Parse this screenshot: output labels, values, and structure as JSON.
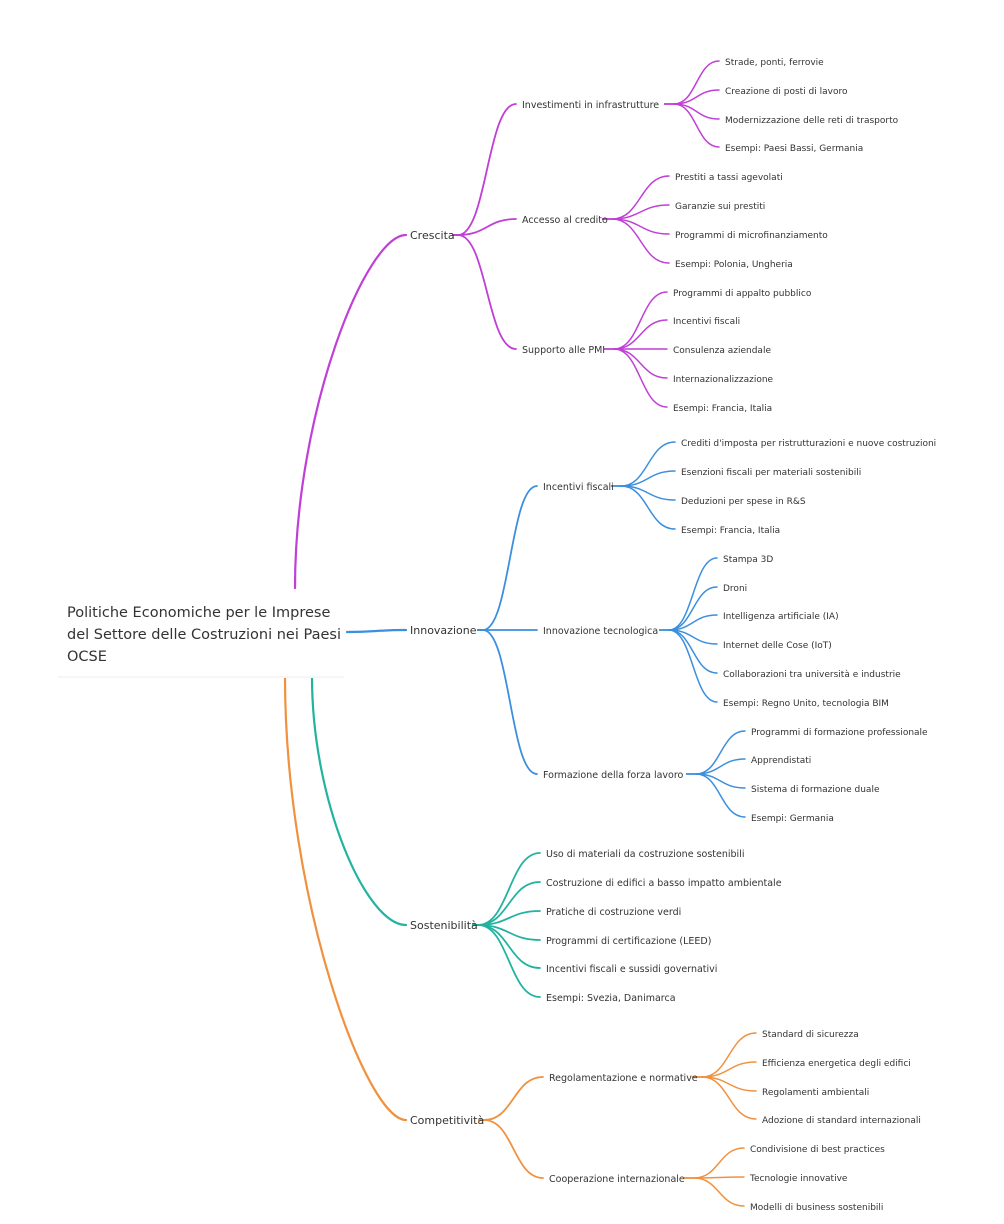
{
  "root": {
    "lines": [
      "Politiche Economiche per le Imprese",
      "del Settore delle Costruzioni nei Paesi",
      "OCSE"
    ]
  },
  "colors": {
    "purple": "#c03fd6",
    "blue": "#3b8fde",
    "teal": "#22b3a0",
    "orange": "#f0913f"
  },
  "branches": [
    {
      "label": "Crescita",
      "color": "purple",
      "children": [
        {
          "label": "Investimenti in infrastrutture",
          "children": [
            {
              "label": "Strade, ponti, ferrovie"
            },
            {
              "label": "Creazione di posti di lavoro"
            },
            {
              "label": "Modernizzazione delle reti di trasporto"
            },
            {
              "label": "Esempi: Paesi Bassi, Germania"
            }
          ]
        },
        {
          "label": "Accesso al credito",
          "children": [
            {
              "label": "Prestiti a tassi agevolati"
            },
            {
              "label": "Garanzie sui prestiti"
            },
            {
              "label": "Programmi di microfinanziamento"
            },
            {
              "label": "Esempi: Polonia, Ungheria"
            }
          ]
        },
        {
          "label": "Supporto alle PMI",
          "children": [
            {
              "label": "Programmi di appalto pubblico"
            },
            {
              "label": "Incentivi fiscali"
            },
            {
              "label": "Consulenza aziendale"
            },
            {
              "label": "Internazionalizzazione"
            },
            {
              "label": "Esempi: Francia, Italia"
            }
          ]
        }
      ]
    },
    {
      "label": "Innovazione",
      "color": "blue",
      "children": [
        {
          "label": "Incentivi fiscali",
          "children": [
            {
              "label": "Crediti d'imposta per ristrutturazioni e nuove costruzioni"
            },
            {
              "label": "Esenzioni fiscali per materiali sostenibili"
            },
            {
              "label": "Deduzioni per spese in R&S"
            },
            {
              "label": "Esempi: Francia, Italia"
            }
          ]
        },
        {
          "label": "Innovazione tecnologica",
          "children": [
            {
              "label": "Stampa 3D"
            },
            {
              "label": "Droni"
            },
            {
              "label": "Intelligenza artificiale (IA)"
            },
            {
              "label": "Internet delle Cose (IoT)"
            },
            {
              "label": "Collaborazioni tra università e industrie"
            },
            {
              "label": "Esempi: Regno Unito, tecnologia BIM"
            }
          ]
        },
        {
          "label": "Formazione della forza lavoro",
          "children": [
            {
              "label": "Programmi di formazione professionale"
            },
            {
              "label": "Apprendistati"
            },
            {
              "label": "Sistema di formazione duale"
            },
            {
              "label": "Esempi: Germania"
            }
          ]
        }
      ]
    },
    {
      "label": "Sostenibilità",
      "color": "teal",
      "children": [
        {
          "label": "Uso di materiali da costruzione sostenibili"
        },
        {
          "label": "Costruzione di edifici a basso impatto ambientale"
        },
        {
          "label": "Pratiche di costruzione verdi"
        },
        {
          "label": "Programmi di certificazione (LEED)"
        },
        {
          "label": "Incentivi fiscali e sussidi governativi"
        },
        {
          "label": "Esempi: Svezia, Danimarca"
        }
      ]
    },
    {
      "label": "Competitività",
      "color": "orange",
      "children": [
        {
          "label": "Regolamentazione e normative",
          "children": [
            {
              "label": "Standard di sicurezza"
            },
            {
              "label": "Efficienza energetica degli edifici"
            },
            {
              "label": "Regolamenti ambientali"
            },
            {
              "label": "Adozione di standard internazionali"
            }
          ]
        },
        {
          "label": "Cooperazione internazionale",
          "children": [
            {
              "label": "Condivisione di best practices"
            },
            {
              "label": "Tecnologie innovative"
            },
            {
              "label": "Modelli di business sostenibili"
            }
          ]
        }
      ]
    }
  ]
}
